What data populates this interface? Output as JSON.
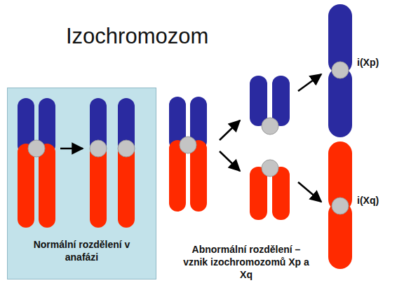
{
  "diagram": {
    "title": "Izochromozom",
    "nodes": [
      {
        "text": [
          "Normální rozdělení v anafázi"
        ]
      }
    ],
    "labels": [
      "Abnormální rozdělení – vznik izochromozomů Xp a Xq",
      "i(Xp)",
      "i(Xq)"
    ]
  }
}
